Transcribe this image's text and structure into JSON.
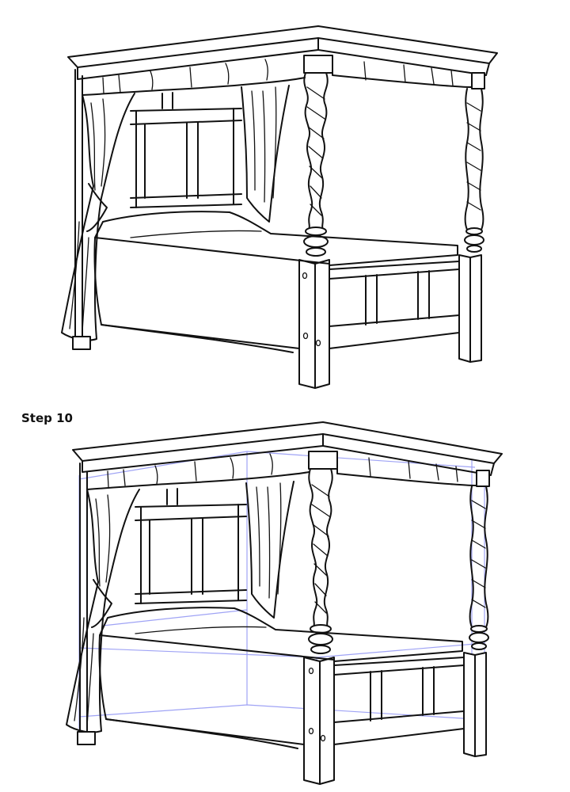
{
  "page": {
    "step_label": "Step 10",
    "colors": {
      "line": "#111111",
      "guide": "#9fa3f5",
      "background": "#ffffff"
    }
  },
  "drawings": [
    {
      "name": "canopy-bed-finished",
      "guidelines": false
    },
    {
      "name": "canopy-bed-step-10",
      "guidelines": true
    }
  ]
}
